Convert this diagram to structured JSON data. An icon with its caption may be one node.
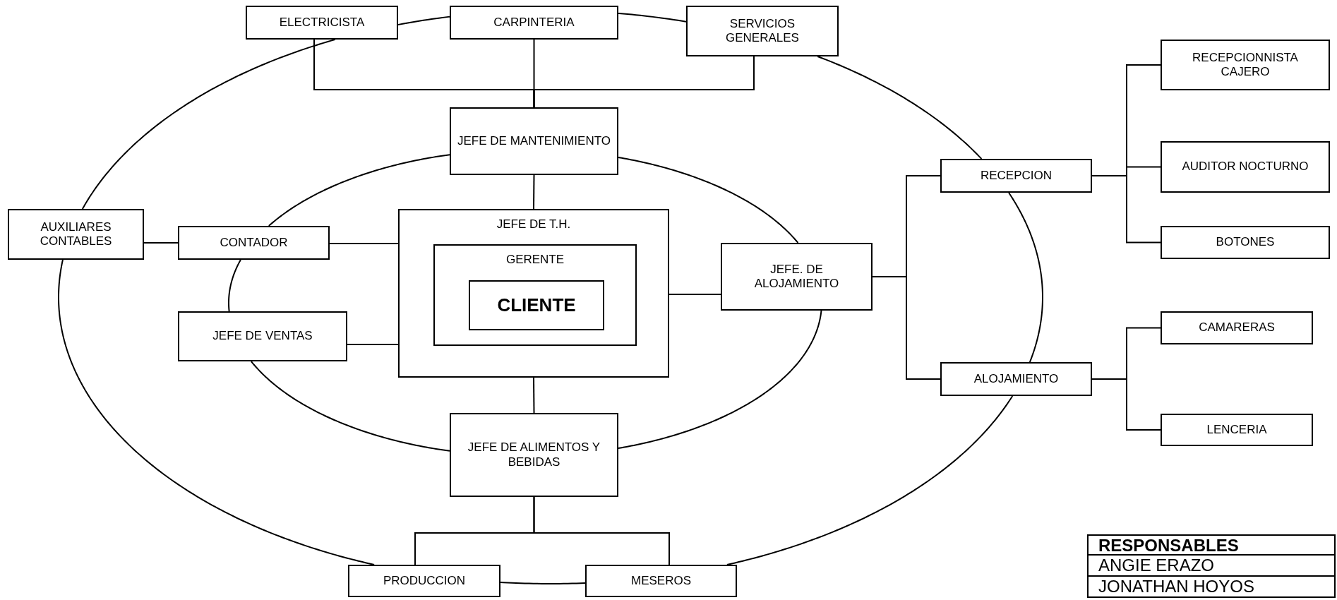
{
  "diagram": {
    "nodes": [
      {
        "text": [
          "ELECTRICISTA"
        ]
      },
      {
        "text": [
          "CARPINTERIA"
        ]
      },
      {
        "text": [
          "SERVICIOS GENERALES"
        ]
      },
      {
        "text": [
          "JEFE DE MANTENIMIENTO"
        ]
      },
      {
        "text": [
          "JEFE DE T.H."
        ]
      },
      {
        "text": [
          "GERENTE"
        ],
        "in": 4
      },
      {
        "text": [
          "CLIENTE"
        ],
        "in": 5
      },
      {
        "text": [
          "AUXILIARES CONTABLES"
        ]
      },
      {
        "text": [
          "CONTADOR"
        ]
      },
      {
        "text": [
          "JEFE DE VENTAS"
        ]
      },
      {
        "text": [
          "JEFE. DE ALOJAMIENTO"
        ]
      },
      {
        "text": [
          "RECEPCION"
        ]
      },
      {
        "text": [
          "ALOJAMIENTO"
        ]
      },
      {
        "text": [
          "RECEPCIONNISTA CAJERO"
        ]
      },
      {
        "text": [
          "AUDITOR NOCTURNO"
        ]
      },
      {
        "text": [
          "BOTONES"
        ]
      },
      {
        "text": [
          "CAMARERAS"
        ]
      },
      {
        "text": [
          "LENCERIA"
        ]
      },
      {
        "text": [
          "JEFE DE ALIMENTOS Y BEBIDAS"
        ]
      },
      {
        "text": [
          "PRODUCCION"
        ]
      },
      {
        "text": [
          "MESEROS"
        ]
      }
    ],
    "edges": [
      {
        "from": 0,
        "to": 1,
        "arrow": "none"
      },
      {
        "from": 1,
        "to": 2,
        "arrow": "none"
      },
      {
        "from": 2,
        "to": 11,
        "arrow": "none"
      },
      {
        "from": 11,
        "to": 12,
        "arrow": "none"
      },
      {
        "from": 12,
        "to": 20,
        "arrow": "none"
      },
      {
        "from": 20,
        "to": 19,
        "arrow": "none"
      },
      {
        "from": 19,
        "to": 7,
        "arrow": "none"
      },
      {
        "from": 7,
        "to": 0,
        "arrow": "none"
      },
      {
        "from": 3,
        "to": 0,
        "arrow": "none"
      },
      {
        "from": 3,
        "to": 1,
        "arrow": "none"
      },
      {
        "from": 3,
        "to": 2,
        "arrow": "none"
      },
      {
        "from": 3,
        "to": 4,
        "arrow": "none"
      },
      {
        "from": 3,
        "to": 10,
        "arrow": "none"
      },
      {
        "from": 10,
        "to": 18,
        "arrow": "none"
      },
      {
        "from": 18,
        "to": 9,
        "arrow": "none"
      },
      {
        "from": 9,
        "to": 8,
        "arrow": "none"
      },
      {
        "from": 8,
        "to": 3,
        "arrow": "none"
      },
      {
        "from": 7,
        "to": 8,
        "arrow": "none"
      },
      {
        "from": 8,
        "to": 4,
        "arrow": "none"
      },
      {
        "from": 9,
        "to": 4,
        "arrow": "none"
      },
      {
        "from": 4,
        "to": 10,
        "arrow": "none"
      },
      {
        "from": 4,
        "to": 18,
        "arrow": "none"
      },
      {
        "from": 10,
        "to": 11,
        "arrow": "none"
      },
      {
        "from": 10,
        "to": 12,
        "arrow": "none"
      },
      {
        "from": 11,
        "to": 13,
        "arrow": "none"
      },
      {
        "from": 11,
        "to": 14,
        "arrow": "none"
      },
      {
        "from": 11,
        "to": 15,
        "arrow": "none"
      },
      {
        "from": 12,
        "to": 16,
        "arrow": "none"
      },
      {
        "from": 12,
        "to": 17,
        "arrow": "none"
      },
      {
        "from": 18,
        "to": 19,
        "arrow": "none"
      },
      {
        "from": 18,
        "to": 20,
        "arrow": "none"
      }
    ],
    "labels": [
      "RESPONSABLES",
      "ANGIE ERAZO",
      "JONATHAN HOYOS"
    ]
  }
}
